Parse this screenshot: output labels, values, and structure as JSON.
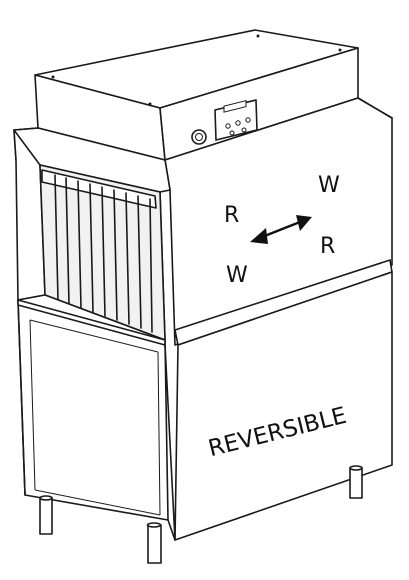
{
  "labels": {
    "read_left": "R",
    "write_left": "W",
    "write_right": "W",
    "read_right": "R",
    "reversible": "REVERSIBLE"
  },
  "icons": {
    "direction_arrow": "double-headed-arrow-icon",
    "control_knob": "knob-icon"
  }
}
